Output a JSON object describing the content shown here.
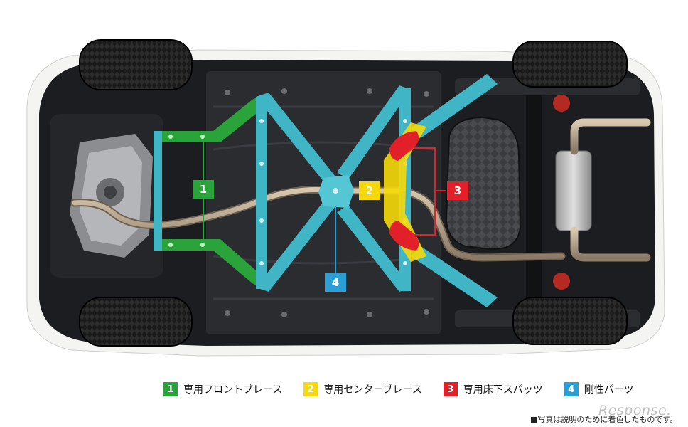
{
  "colors": {
    "front_brace": "#2aa33a",
    "center_brace": "#f5d90a",
    "floor_spats": "#e2202a",
    "rigidity_parts": "#2a9fd6",
    "brace_teal": "#3fb5c6",
    "undercarriage": "#1c1d20"
  },
  "callouts": [
    {
      "number": "1",
      "color": "#2aa33a"
    },
    {
      "number": "2",
      "color": "#f5d90a"
    },
    {
      "number": "3",
      "color": "#e2202a"
    },
    {
      "number": "4",
      "color": "#2a9fd6"
    }
  ],
  "legend": [
    {
      "number": "1",
      "label": "専用フロントブレース",
      "color": "#2aa33a"
    },
    {
      "number": "2",
      "label": "専用センターブレース",
      "color": "#f5d90a"
    },
    {
      "number": "3",
      "label": "専用床下スパッツ",
      "color": "#e2202a"
    },
    {
      "number": "4",
      "label": "剛性パーツ",
      "color": "#2a9fd6"
    }
  ],
  "caption": "■写真は説明のために着色したものです。",
  "watermark": "Response."
}
